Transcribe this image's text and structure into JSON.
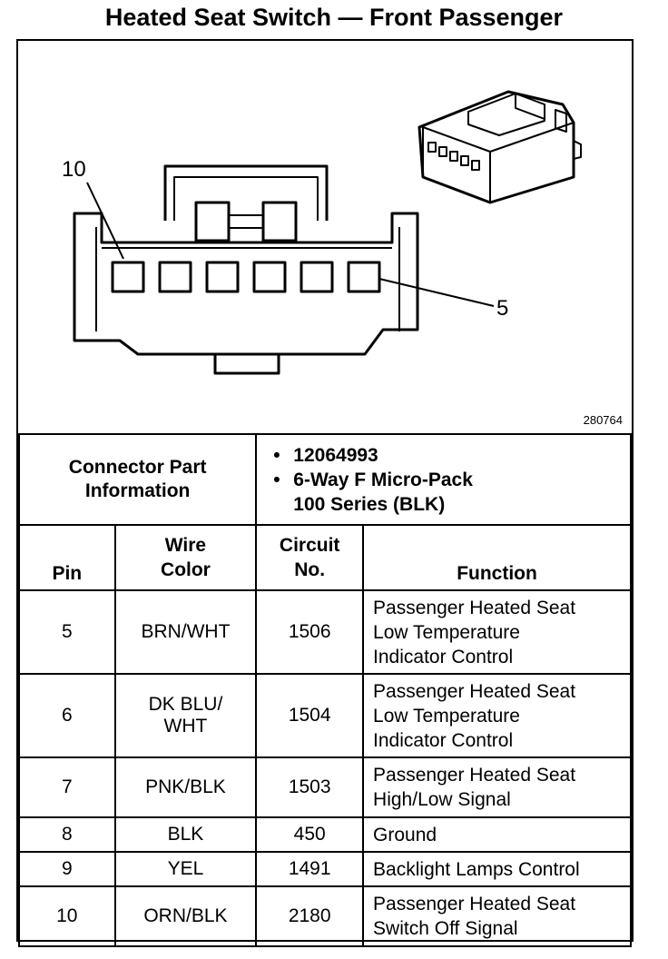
{
  "title": "Heated Seat Switch — Front Passenger",
  "figure": {
    "id": "280764",
    "callout_first_pin": "10",
    "callout_last_pin": "5"
  },
  "connector_info": {
    "label_line1": "Connector Part",
    "label_line2": "Information",
    "part_number": "12064993",
    "description_line1": "6-Way F Micro-Pack",
    "description_line2": "100 Series (BLK)",
    "bullet": "•"
  },
  "headers": {
    "pin": "Pin",
    "wire_color_line1": "Wire",
    "wire_color_line2": "Color",
    "circuit_line1": "Circuit",
    "circuit_line2": "No.",
    "function": "Function"
  },
  "rows": [
    {
      "pin": "5",
      "wire": [
        "BRN/WHT"
      ],
      "circuit": "1506",
      "function": [
        "Passenger Heated Seat",
        "Low Temperature",
        "Indicator Control"
      ]
    },
    {
      "pin": "6",
      "wire": [
        "DK BLU/",
        "WHT"
      ],
      "circuit": "1504",
      "function": [
        "Passenger Heated Seat",
        "Low Temperature",
        "Indicator Control"
      ]
    },
    {
      "pin": "7",
      "wire": [
        "PNK/BLK"
      ],
      "circuit": "1503",
      "function": [
        "Passenger Heated Seat",
        "High/Low Signal"
      ]
    },
    {
      "pin": "8",
      "wire": [
        "BLK"
      ],
      "circuit": "450",
      "function": [
        "Ground"
      ]
    },
    {
      "pin": "9",
      "wire": [
        "YEL"
      ],
      "circuit": "1491",
      "function": [
        "Backlight Lamps Control"
      ]
    },
    {
      "pin": "10",
      "wire": [
        "ORN/BLK"
      ],
      "circuit": "2180",
      "function": [
        "Passenger Heated Seat",
        "Switch Off Signal"
      ]
    }
  ]
}
